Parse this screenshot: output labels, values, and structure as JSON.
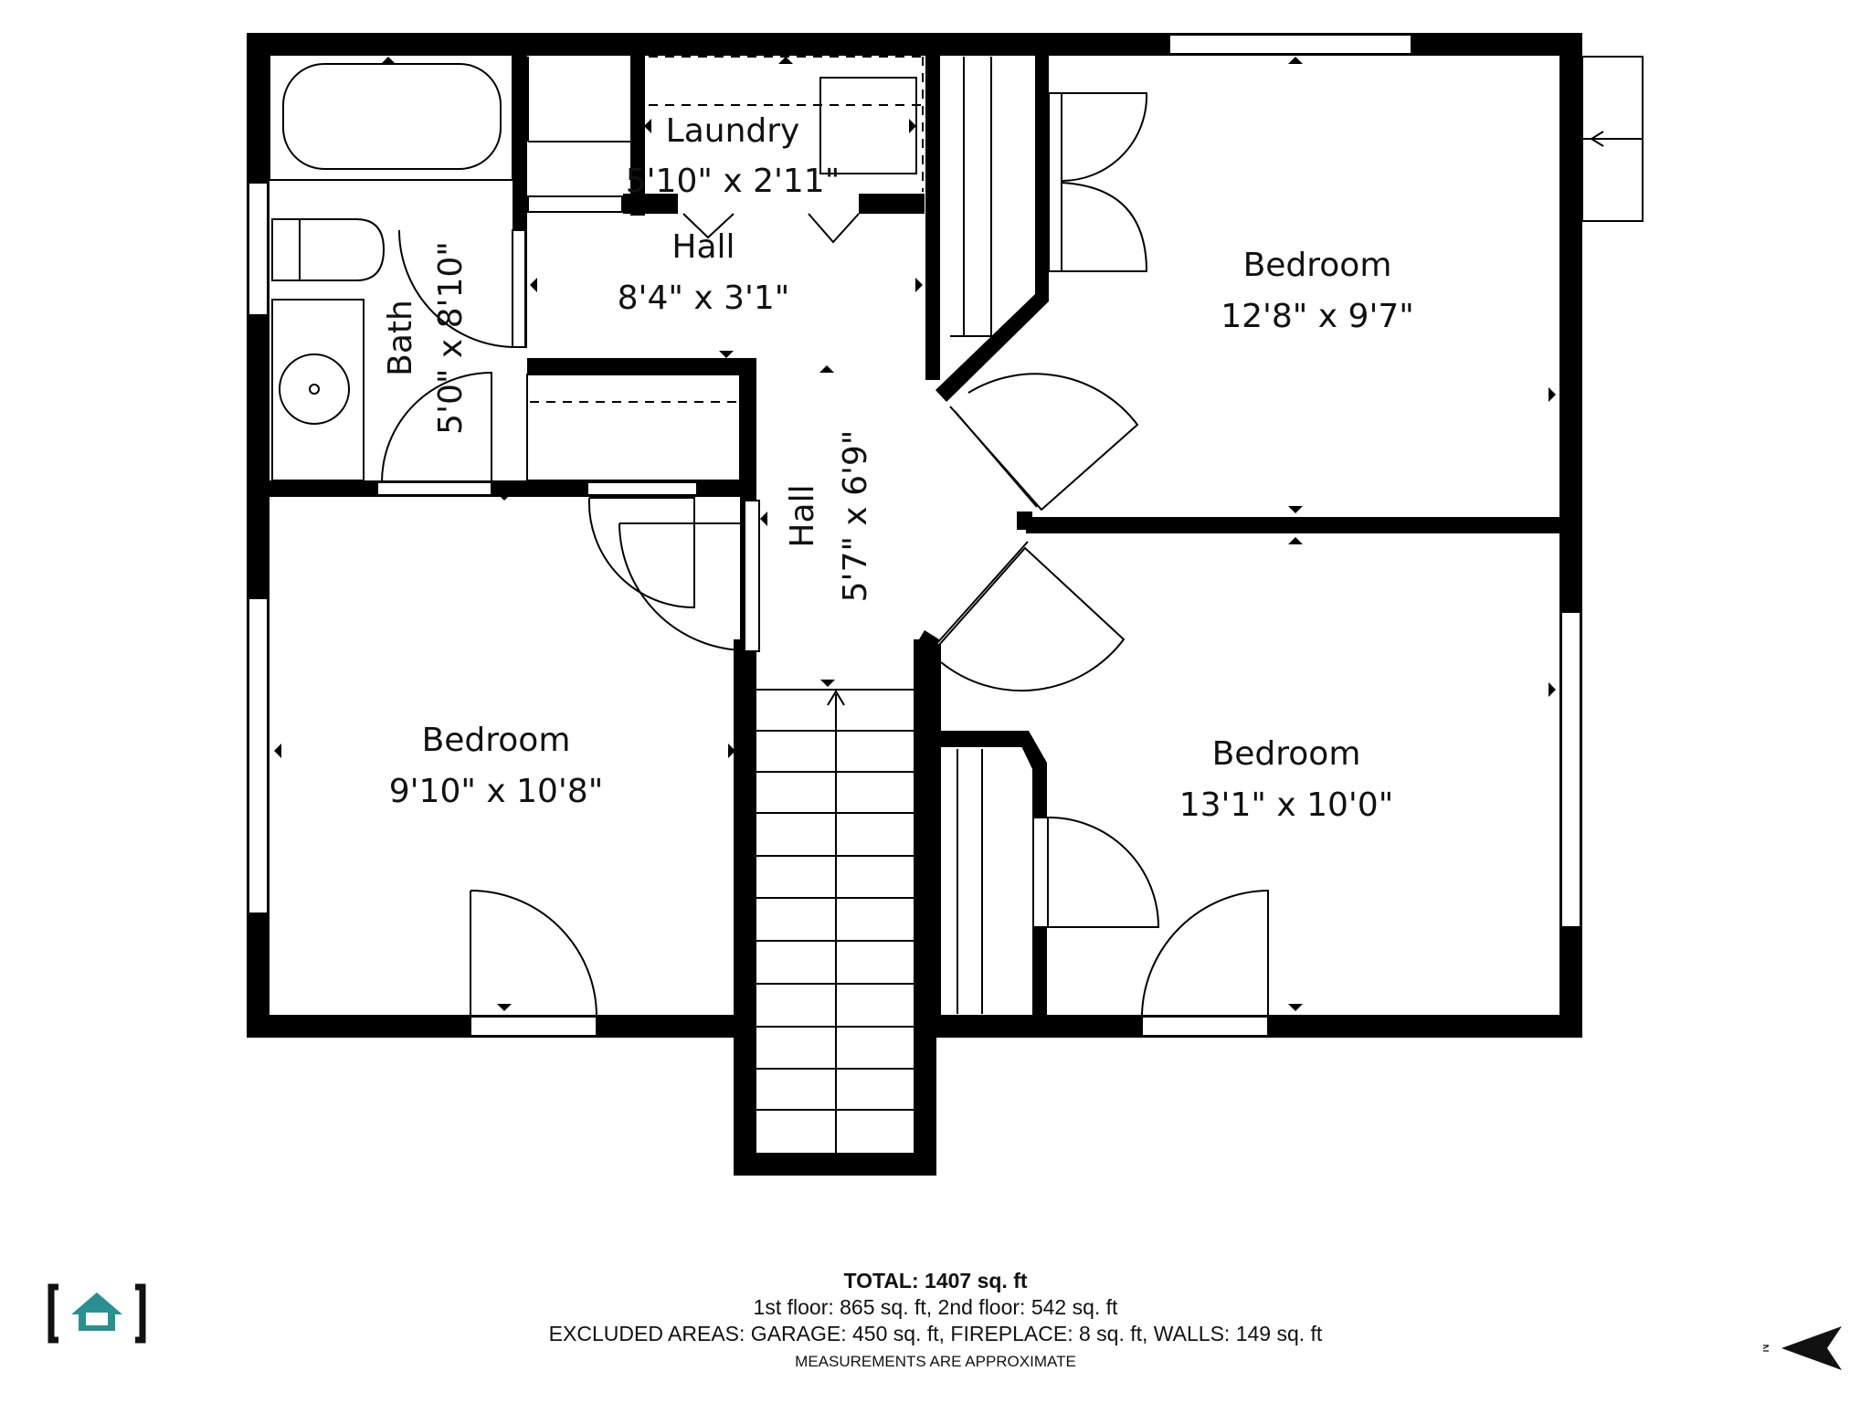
{
  "rooms": {
    "laundry": {
      "name": "Laundry",
      "dims": "5'10\" x 2'11\""
    },
    "hall_top": {
      "name": "Hall",
      "dims": "8'4\" x 3'1\""
    },
    "bath": {
      "name": "Bath",
      "dims": "5'0\" x 8'10\""
    },
    "hall_center": {
      "name": "Hall",
      "dims": "5'7\" x 6'9\""
    },
    "bedroom_ne": {
      "name": "Bedroom",
      "dims": "12'8\" x 9'7\""
    },
    "bedroom_w": {
      "name": "Bedroom",
      "dims": "9'10\" x 10'8\""
    },
    "bedroom_se": {
      "name": "Bedroom",
      "dims": "13'1\" x 10'0\""
    }
  },
  "summary": {
    "total": "TOTAL: 1407 sq. ft",
    "floors": "1st floor: 865 sq. ft, 2nd floor: 542 sq. ft",
    "excluded": "EXCLUDED AREAS: GARAGE: 450 sq. ft, FIREPLACE: 8 sq. ft, WALLS: 149 sq. ft",
    "note": "MEASUREMENTS ARE APPROXIMATE"
  },
  "compass": {
    "label": "N"
  },
  "colors": {
    "wall": "#000000",
    "logo": "#2a8f91"
  }
}
